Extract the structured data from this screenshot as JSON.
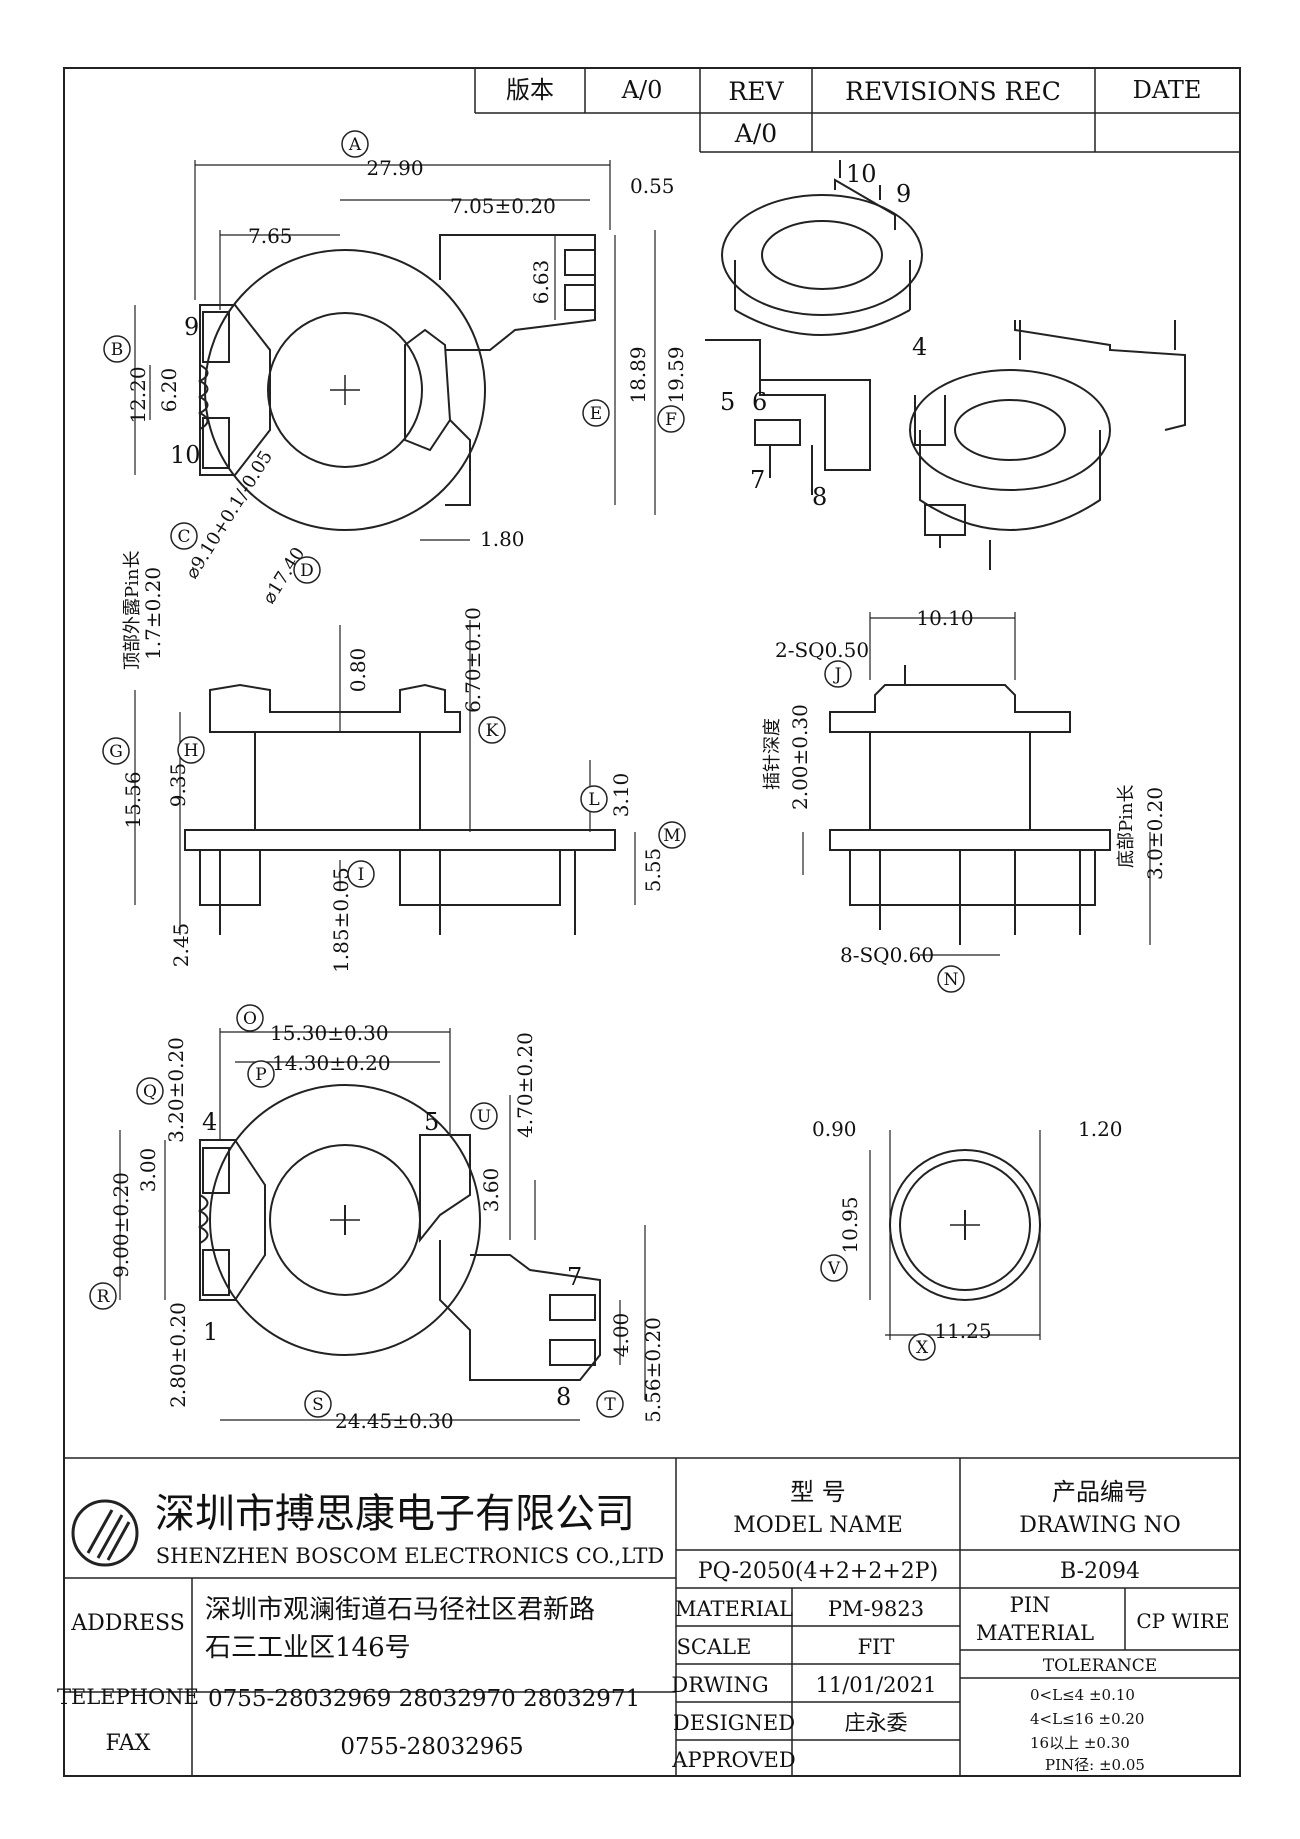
{
  "revision_block": {
    "version_label": "版本",
    "version_value": "A/0",
    "rev_header": "REV",
    "rev_value": "A/0",
    "revisions_header": "REVISIONS REC",
    "date_header": "DATE"
  },
  "dimensions": {
    "A": "27.90",
    "a_small": "0.55",
    "a_mid": "7.05±0.20",
    "a_left": "7.65",
    "B_height": "12.20",
    "B_inner": "6.20",
    "pin_height": "6.63",
    "E": "18.89",
    "F": "19.59",
    "base_offset": "1.80",
    "C": "⌀9.10+0.1/-0.05",
    "D": "⌀17.40",
    "top_pin": "顶部外露Pin长",
    "top_pin_val": "1.7±0.20",
    "G": "15.56",
    "H": "9.35",
    "H_small": "0.80",
    "K": "6.70±0.10",
    "L": "3.10",
    "M": "5.55",
    "I": "1.85±0.05",
    "bottom_left": "2.45",
    "J_top": "10.10",
    "J_sq": "2-SQ0.50",
    "insert_depth": "插针深度",
    "insert_depth_val": "2.00±0.30",
    "bottom_pin": "底部Pin长",
    "bottom_pin_val": "3.0±0.20",
    "N": "8-SQ0.60",
    "O": "15.30±0.30",
    "P": "14.30±0.20",
    "Q": "3.20±0.20",
    "three": "3.00",
    "U": "4.70±0.20",
    "three_six": "3.60",
    "R": "9.00±0.20",
    "R2": "2.80±0.20",
    "four": "4.00",
    "T": "5.56±0.20",
    "S": "24.45±0.30",
    "ring_left": "0.90",
    "ring_right": "1.20",
    "V": "10.95",
    "X": "11.25"
  },
  "markers": [
    "A",
    "B",
    "C",
    "D",
    "E",
    "F",
    "G",
    "H",
    "I",
    "J",
    "K",
    "L",
    "M",
    "N",
    "O",
    "P",
    "Q",
    "R",
    "S",
    "T",
    "U",
    "V",
    "X"
  ],
  "pin_labels": {
    "top": [
      "9",
      "10"
    ],
    "iso": [
      "10",
      "9",
      "4",
      "5",
      "6",
      "7",
      "8"
    ],
    "bottom": [
      "4",
      "5",
      "1",
      "7",
      "8"
    ]
  },
  "company": {
    "name_cn": "深圳市搏思康电子有限公司",
    "name_en": "SHENZHEN BOSCOM ELECTRONICS CO.,LTD",
    "address_label": "ADDRESS",
    "address_line1": "深圳市观澜街道石马径社区君新路",
    "address_line2": "石三工业区146号",
    "telephone_label": "TELEPHONE",
    "telephone": "0755-28032969 28032970 28032971",
    "fax_label": "FAX",
    "fax": "0755-28032965"
  },
  "title_block": {
    "model_cn": "型    号",
    "model_en": "MODEL NAME",
    "model_value": "PQ-2050(4+2+2+2P)",
    "drawing_cn": "产品编号",
    "drawing_en": "DRAWING NO",
    "drawing_value": "B-2094",
    "material_label": "MATERIAL",
    "material_value": "PM-9823",
    "scale_label": "SCALE",
    "scale_value": "FIT",
    "drawing_date_label": "DRWING",
    "drawing_date": "11/01/2021",
    "designed_label": "DESIGNED",
    "designed_value": "庄永委",
    "approved_label": "APPROVED",
    "approved_value": "",
    "pin_material_line1": "PIN",
    "pin_material_line2": "MATERIAL",
    "pin_material_value": "CP WIRE",
    "tolerance_label": "TOLERANCE",
    "tolerances": [
      "0<L≤4   ±0.10",
      "4<L≤16  ±0.20",
      "16以上    ±0.30",
      "PIN径: ±0.05"
    ]
  }
}
